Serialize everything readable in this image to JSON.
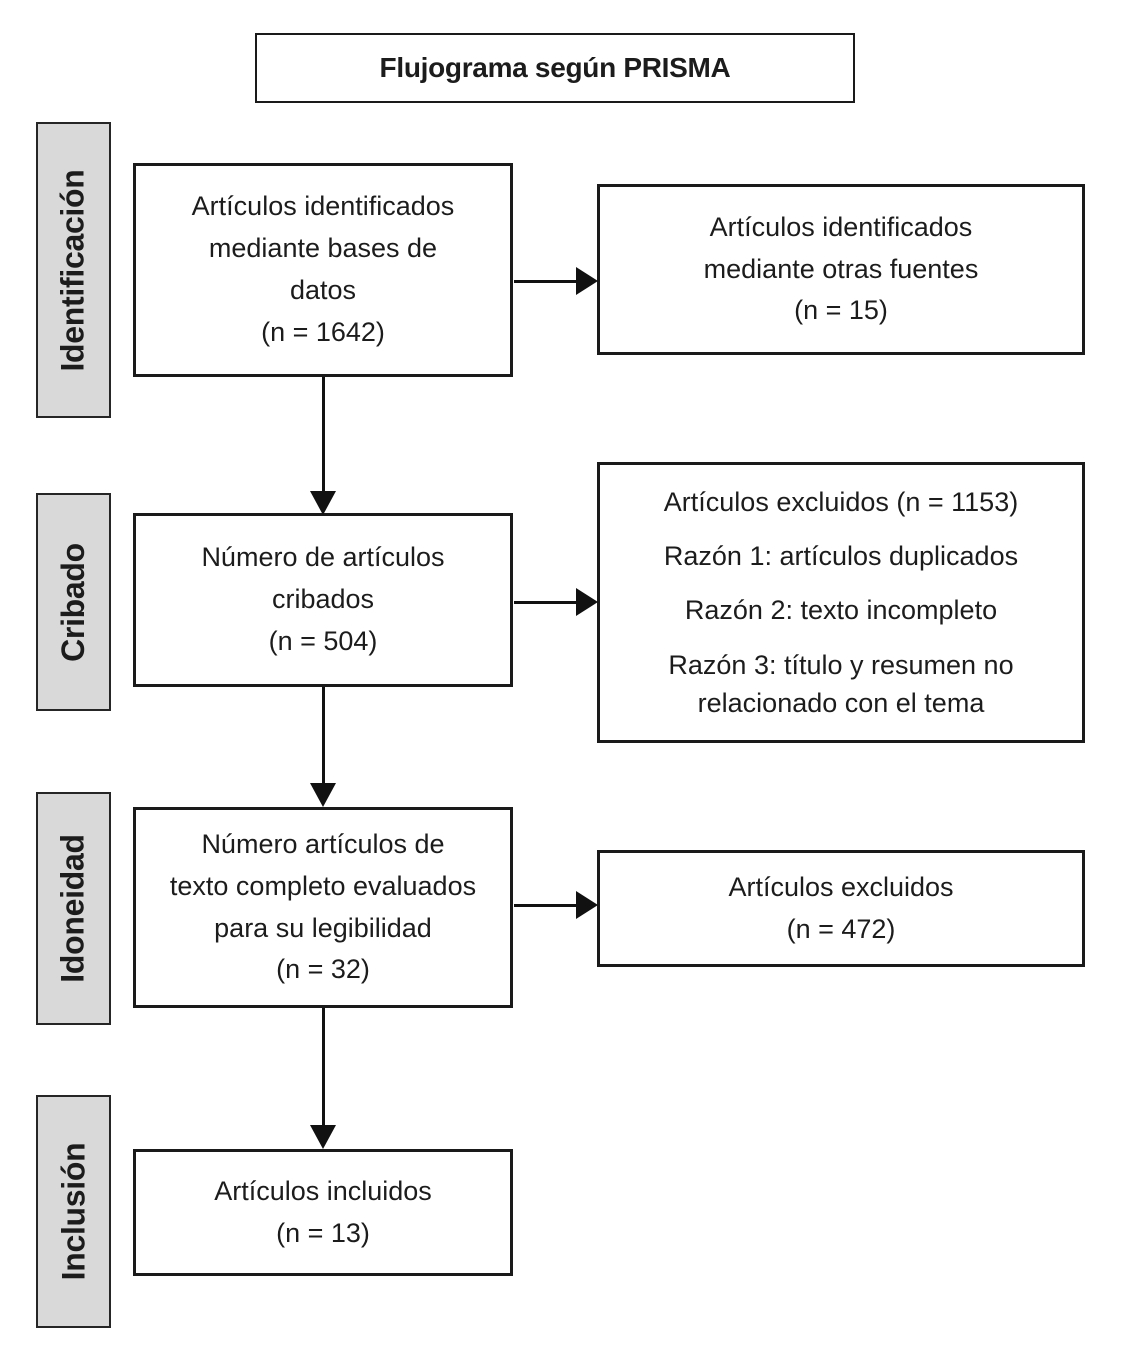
{
  "title": "Flujograma según PRISMA",
  "stages": [
    {
      "label": "Identificación"
    },
    {
      "label": "Cribado"
    },
    {
      "label": "Idoneidad"
    },
    {
      "label": "Inclusión"
    }
  ],
  "boxes": {
    "identified_databases": {
      "text": "Artículos identificados\nmediante bases de\ndatos",
      "n": "(n = 1642)"
    },
    "identified_other_sources": {
      "text": "Artículos identificados\nmediante otras fuentes",
      "n": "(n = 15)"
    },
    "screened": {
      "text": "Número de artículos\ncribados",
      "n": "(n = 504)"
    },
    "excluded_screening": {
      "lines": [
        "Artículos excluidos (n = 1153)",
        "Razón 1: artículos duplicados",
        "Razón 2: texto incompleto",
        "Razón 3: título y resumen no\nrelacionado con el tema"
      ]
    },
    "fulltext_assessed": {
      "text": "Número artículos de\ntexto completo evaluados\npara su legibilidad",
      "n": "(n = 32)"
    },
    "excluded_fulltext": {
      "text": "Artículos excluidos",
      "n": "(n = 472)"
    },
    "included": {
      "text": "Artículos incluidos",
      "n": "(n = 13)"
    }
  },
  "colors": {
    "background": "#ffffff",
    "box_border": "#1a1a1a",
    "stage_fill": "#d9d9d9",
    "text": "#1c1c1c"
  }
}
